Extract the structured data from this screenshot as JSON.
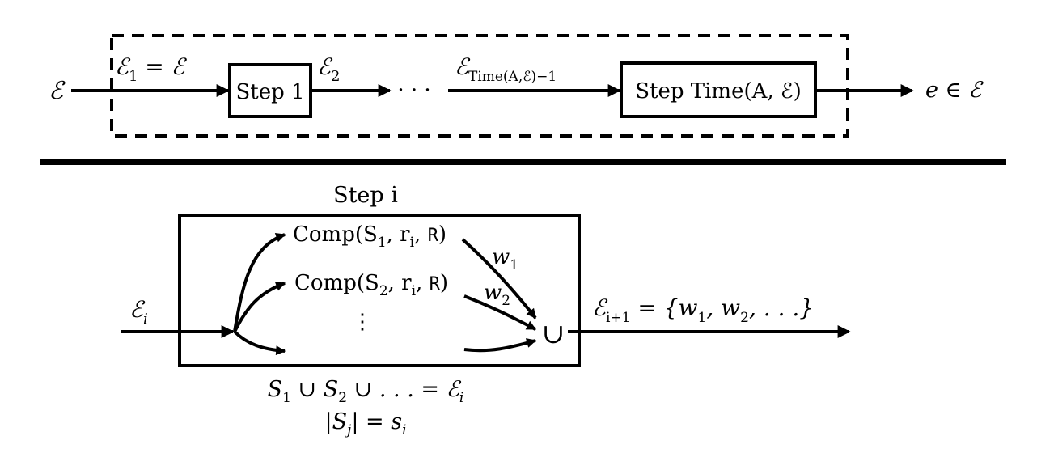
{
  "top": {
    "input_label": "ℰ",
    "e1": {
      "base": "ℰ",
      "sub": "1",
      "rest": " = ℰ"
    },
    "step1_label": "Step 1",
    "e2": {
      "base": "ℰ",
      "sub": "2"
    },
    "dots": "· · ·",
    "eprev": {
      "base": "ℰ",
      "sub": "Time(A,ℰ)−1"
    },
    "stepT_label": "Step Time(A, ℰ)",
    "output_label": "e ∈ ℰ"
  },
  "bottom": {
    "title": "Step i",
    "comp1": {
      "pre": "Comp(S",
      "s1": "1",
      "mid": ", r",
      "s2": "i",
      "comma": ", ",
      "r": "R",
      "close": ")"
    },
    "comp2": {
      "pre": "Comp(S",
      "s1": "2",
      "mid": ", r",
      "s2": "i",
      "comma": ", ",
      "r": "R",
      "close": ")"
    },
    "vdots": "⋮",
    "w1": {
      "base": "w",
      "sub": "1"
    },
    "w2": {
      "base": "w",
      "sub": "2"
    },
    "union": "∪",
    "ei": {
      "base": "ℰ",
      "sub": "i"
    },
    "eout": {
      "base": "ℰ",
      "sub": "i+1",
      "rest": " = {w",
      "sub2": "1",
      "rest2": ", w",
      "sub3": "2",
      "rest3": ", . . .}"
    },
    "partition": {
      "a": "S",
      "as": "1",
      "b": " ∪ S",
      "bs": "2",
      "c": " ∪ . . . = ℰ",
      "cs": "i"
    },
    "size": {
      "a": "|S",
      "as": "j",
      "b": "| = s",
      "bs": "i"
    }
  }
}
